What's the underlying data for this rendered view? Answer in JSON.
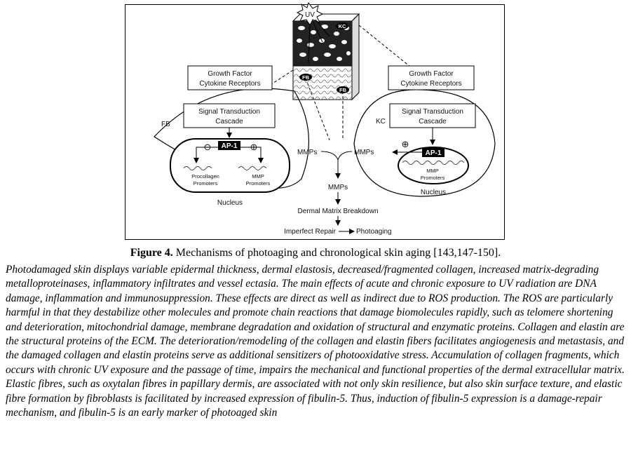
{
  "figure": {
    "uv_label": "UV",
    "kc_tag": "KC",
    "fb_tag": "FB",
    "left_cell": {
      "receptor_line1": "Growth Factor",
      "receptor_line2": "Cytokine Receptors",
      "cascade_line1": "Signal Transduction",
      "cascade_line2": "Cascade",
      "cell_label": "FB",
      "ap1": "AP-1",
      "minus": "⊖",
      "plus": "⊕",
      "procollagen_line1": "Procollagen",
      "procollagen_line2": "Promoters",
      "mmp_line1": "MMP",
      "mmp_line2": "Promoters",
      "nucleus": "Nucleus"
    },
    "right_cell": {
      "receptor_line1": "Growth Factor",
      "receptor_line2": "Cytokine Receptors",
      "cascade_line1": "Signal Transduction",
      "cascade_line2": "Cascade",
      "cell_label": "KC",
      "ap1": "AP-1",
      "plus": "⊕",
      "mmp_line1": "MMP",
      "mmp_line2": "Promoters",
      "nucleus": "Nucleus"
    },
    "flow": {
      "mmps_left": "MMPs",
      "mmps_right": "MMPs",
      "mmps_center": "MMPs",
      "breakdown": "Dermal Matrix Breakdown",
      "repair": "Imperfect Repair",
      "photoaging": "Photoaging"
    }
  },
  "caption": {
    "label": "Figure 4.",
    "text": " Mechanisms of photoaging and chronological skin aging [143,147-150]."
  },
  "body_text": "Photodamaged skin displays variable epidermal thickness, dermal elastosis, decreased/fragmented collagen, increased matrix-degrading metalloproteinases, inflammatory infiltrates and vessel ectasia. The main effects of acute and chronic exposure to UV radiation are DNA damage, inflammation and immunosuppression. These effects are direct as well as indirect due to ROS production. The ROS are particularly harmful in that they destabilize other molecules and promote chain reactions that damage biomolecules rapidly, such as telomere shortening and deterioration, mitochondrial damage, membrane degradation and oxidation of structural and enzymatic proteins. Collagen and elastin are the structural proteins of the ECM. The deterioration/remodeling of the collagen and elastin fibers facilitates angiogenesis and metastasis, and the damaged collagen and elastin proteins serve as additional sensitizers of photooxidative stress. Accumulation of collagen fragments, which occurs with chronic UV exposure and the passage of time, impairs the mechanical and functional properties of the dermal extracellular matrix. Elastic fibres, such as oxytalan fibres in papillary dermis, are associated with not only skin resilience, but also skin surface texture, and elastic fibre formation by fibroblasts is facilitated by increased expression of fibulin-5. Thus, induction of fibulin-5 expression is a damage-repair mechanism, and fibulin-5 is an early marker of photoaged skin"
}
